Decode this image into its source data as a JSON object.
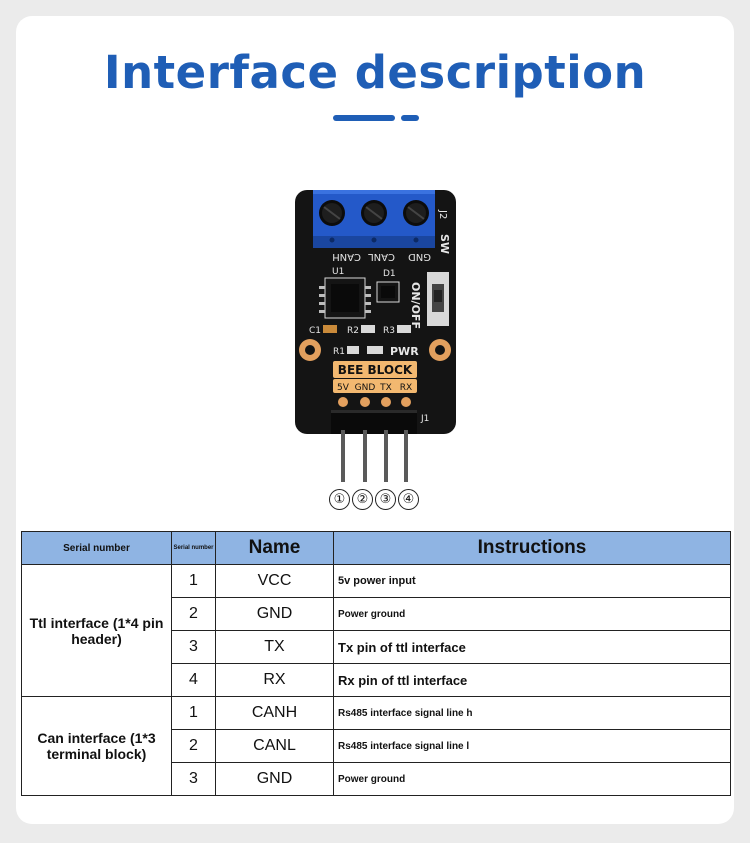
{
  "title": "Interface description",
  "board": {
    "terminal_labels": [
      "GND",
      "CANL",
      "CANH"
    ],
    "ref_terminal": "J2",
    "ref_switch": "SW",
    "switch_label": "ON/OFF",
    "ref_ic": "U1",
    "ref_diode": "D1",
    "ref_c1": "C1",
    "ref_r2": "R2",
    "ref_r3": "R3",
    "ref_r1": "R1",
    "pwr_label": "PWR",
    "brand": "BEE BLOCK",
    "pin_labels": [
      "5V",
      "GND",
      "TX",
      "RX"
    ],
    "ref_header": "J1"
  },
  "pin_markers": [
    "①",
    "②",
    "③",
    "④"
  ],
  "table": {
    "headers": {
      "serial_number": "Serial number",
      "serial_small": "Serial number",
      "name": "Name",
      "instructions": "Instructions"
    },
    "groups": [
      {
        "label": "Ttl interface (1*4 pin header)",
        "rows": [
          {
            "num": "1",
            "name": "VCC",
            "instr": "5v power input"
          },
          {
            "num": "2",
            "name": "GND",
            "instr": "Power ground"
          },
          {
            "num": "3",
            "name": "TX",
            "instr": "Tx pin of ttl interface"
          },
          {
            "num": "4",
            "name": "RX",
            "instr": "Rx pin of ttl interface"
          }
        ]
      },
      {
        "label": "Can interface (1*3 terminal block)",
        "rows": [
          {
            "num": "1",
            "name": "CANH",
            "instr": "Rs485 interface signal line h"
          },
          {
            "num": "2",
            "name": "CANL",
            "instr": "Rs485 interface signal line l"
          },
          {
            "num": "3",
            "name": "GND",
            "instr": "Power ground"
          }
        ]
      }
    ]
  },
  "colors": {
    "title_blue": "#1f5eb6",
    "header_blue": "#8fb4e3",
    "terminal_blue": "#2459c9",
    "brand_orange": "#f2b870"
  }
}
